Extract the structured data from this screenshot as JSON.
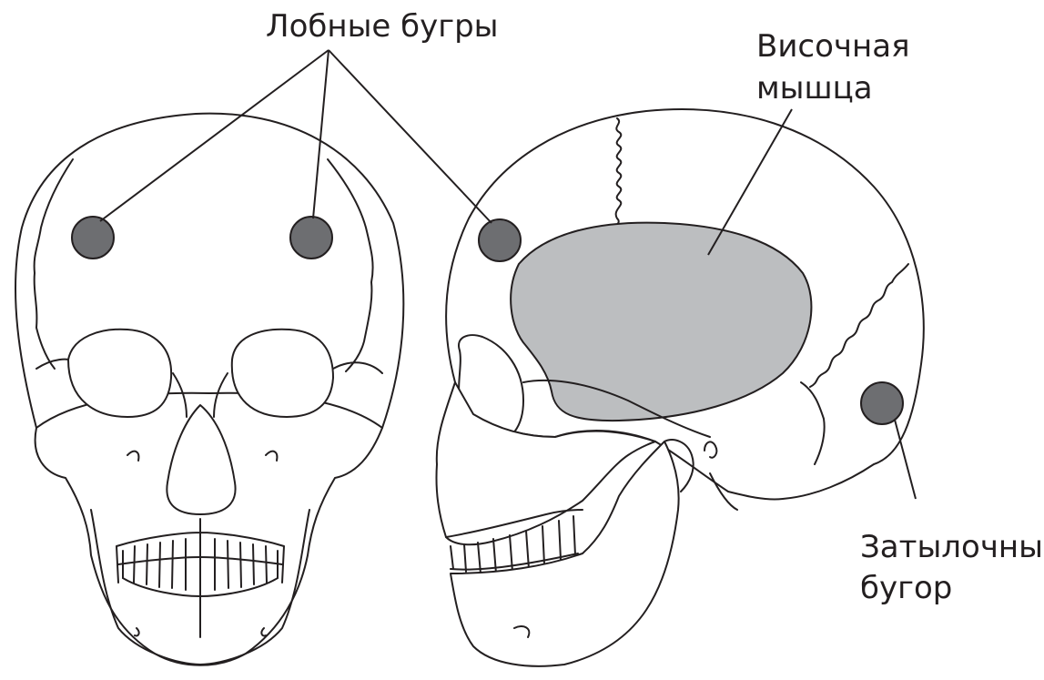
{
  "labels": {
    "frontal_tubers": "Лобные бугры",
    "temporal_muscle_line1": "Височная",
    "temporal_muscle_line2": "мышца",
    "occipital_tuber_line1": "Затылочный",
    "occipital_tuber_line2": "бугор"
  },
  "colors": {
    "outline": "#231f20",
    "tuber_fill": "#6d6e71",
    "muscle_fill": "#bcbec0",
    "background": "#ffffff"
  }
}
